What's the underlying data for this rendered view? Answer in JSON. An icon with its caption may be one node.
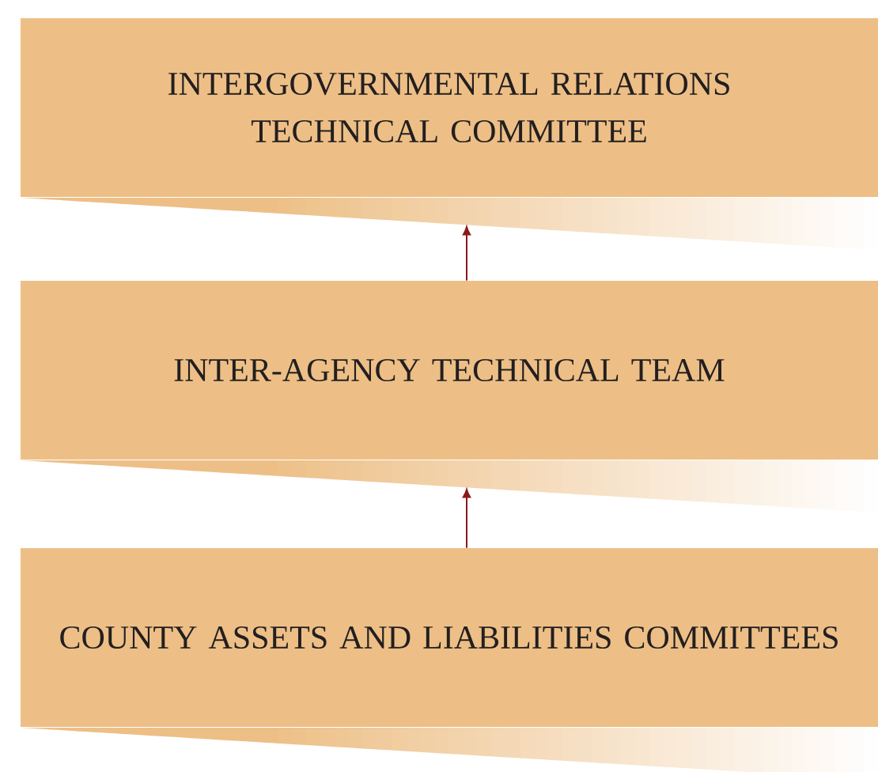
{
  "diagram": {
    "nodes": [
      {
        "text": [
          "INTERGOVERNMENTAL RELATIONS TECHNICAL COMMITTEE"
        ]
      },
      {
        "text": [
          "INTER-AGENCY TECHNICAL TEAM"
        ]
      },
      {
        "text": [
          "COUNTY ASSETS AND LIABILITIES COMMITTEES"
        ]
      }
    ],
    "edges": [
      {
        "from": 1,
        "to": 0,
        "arrow": "to"
      },
      {
        "from": 2,
        "to": 1,
        "arrow": "to"
      }
    ]
  }
}
